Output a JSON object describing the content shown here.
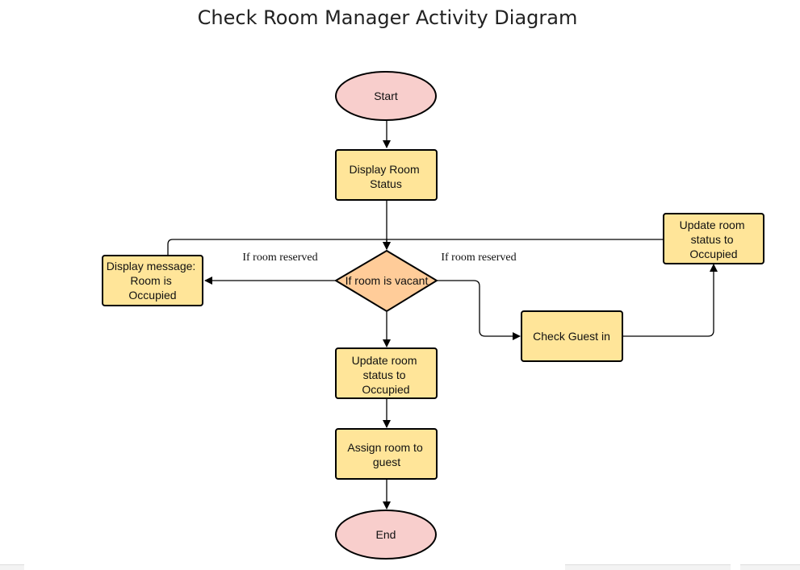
{
  "title": "Check Room Manager Activity Diagram",
  "nodes": {
    "start": {
      "label": "Start"
    },
    "display_status": {
      "lines": [
        "Display Room",
        "Status"
      ]
    },
    "decision": {
      "label": "If room is vacant"
    },
    "display_message": {
      "lines": [
        "Display message:",
        "Room is",
        "Occupied"
      ]
    },
    "update_center": {
      "lines": [
        "Update room",
        "status to",
        "Occupied"
      ]
    },
    "assign_room": {
      "lines": [
        "Assign room to",
        "guest"
      ]
    },
    "end": {
      "label": "End"
    },
    "check_guest": {
      "label": "Check Guest in"
    },
    "update_right": {
      "lines": [
        "Update room",
        "status to",
        "Occupied"
      ]
    }
  },
  "edge_labels": {
    "left": "If room reserved",
    "right": "If room reserved"
  },
  "colors": {
    "terminal_fill": "#f8cecc",
    "process_fill": "#ffe599",
    "decision_fill": "#ffcc99",
    "stroke": "#000000"
  }
}
